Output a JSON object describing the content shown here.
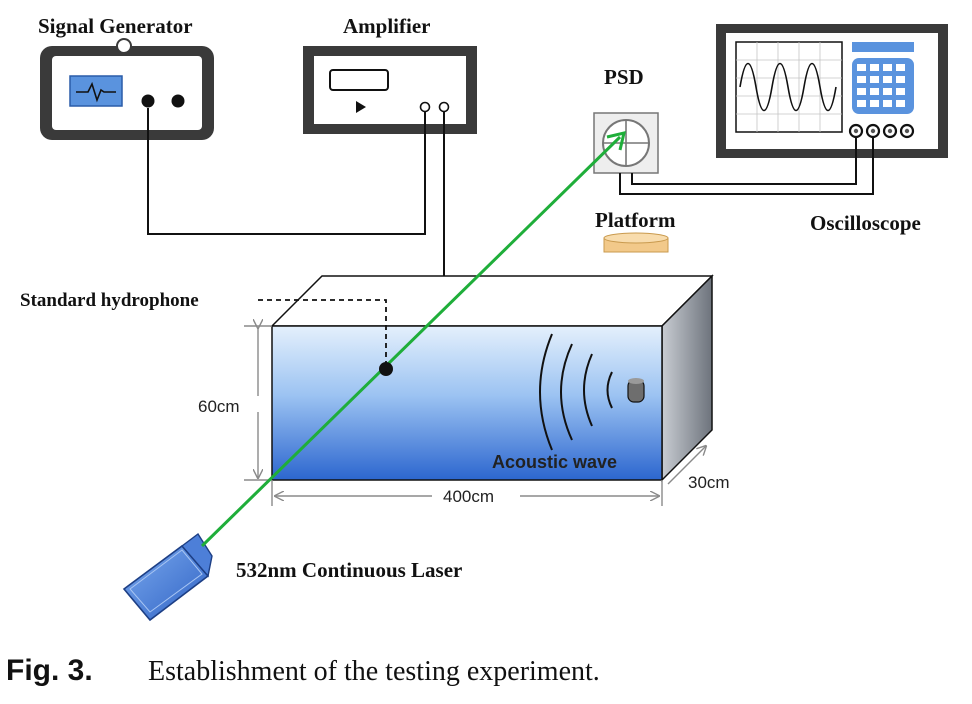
{
  "labels": {
    "signal_generator": "Signal Generator",
    "amplifier": "Amplifier",
    "psd": "PSD",
    "platform": "Platform",
    "oscilloscope": "Oscilloscope",
    "standard_hydrophone": "Standard hydrophone",
    "acoustic_wave": "Acoustic wave",
    "laser": "532nm Continuous Laser"
  },
  "dimensions": {
    "height": "60cm",
    "length": "400cm",
    "width": "30cm"
  },
  "caption": {
    "label": "Fig. 3.",
    "text": "Establishment of the testing experiment."
  },
  "colors": {
    "laser_beam": "#1fae3a",
    "water_top": "#d7e9fb",
    "water_bottom": "#2f6fd6",
    "device_frame": "#3a3a3a",
    "screen_blue": "#5a93de",
    "platform": "#f2c98a"
  }
}
